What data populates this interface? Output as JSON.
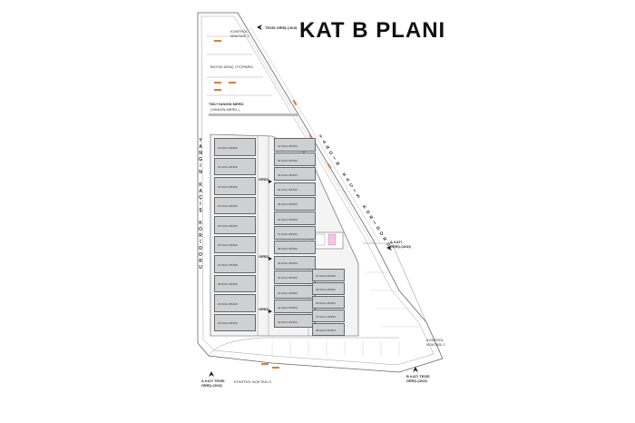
{
  "title": "KAT B PLANI",
  "labels": {
    "kontrol1": "KONTROL NOKTASI 1",
    "tesis_top": "TESİS GİRİŞ-ÇIKIŞ",
    "buyuk_arac": "BÜYÜK ARAÇ OTOPARKI",
    "merdiven": "TM1+YANGIN MERD.",
    "merdiven2": "(YANGIN MERD.)",
    "koridor_left": "YANGIN KAÇIŞ KORİDORU",
    "koridor_right": "YANGIN KAÇIŞ KORİDORU",
    "giris1": "GİRİŞ",
    "giris2": "GİRİŞ",
    "giris3": "GİRİŞ",
    "a_kati_right": "A KATI GİRİŞ-ÇIKIŞ",
    "kontrol2": "KONTROL NOKTASI 2",
    "a_kati_bottom": "A KATI TESİS GİRİŞ-ÇIKIŞ",
    "kontrol3": "KONTROL NOKTASI 3",
    "b_kati": "B KATI TESİS GİRİŞ-ÇIKIŞ"
  },
  "units_left": [
    "21 NOLU BÜRO",
    "22 NOLU BÜRO",
    "23 NOLU BÜRO",
    "24 NOLU BÜRO",
    "25 NOLU BÜRO",
    "26 NOLU BÜRO",
    "27 NOLU BÜRO",
    "28 NOLU BÜRO",
    "29 NOLU BÜRO",
    "30 NOLU BÜRO"
  ],
  "units_mid": [
    "31 NOLU BÜRO",
    "32 NOLU BÜRO",
    "33 NOLU BÜRO",
    "34 NOLU BÜRO",
    "35 NOLU BÜRO",
    "36 NOLU BÜRO",
    "37 NOLU BÜRO",
    "38 NOLU BÜRO",
    "39 NOLU BÜRO",
    "40 NOLU BÜRO",
    "41 NOLU BÜRO",
    "42 NOLU BÜRO",
    "43 NOLU BÜRO"
  ],
  "units_right": [
    "44 NOLU BÜRO",
    "45 NOLU BÜRO",
    "46 NOLU BÜRO",
    "47 NOLU BÜRO",
    "48 NOLU BÜRO"
  ],
  "colors": {
    "unit_fill": "#cfd0d2",
    "line": "#555555",
    "accent": "#e07a3a"
  }
}
